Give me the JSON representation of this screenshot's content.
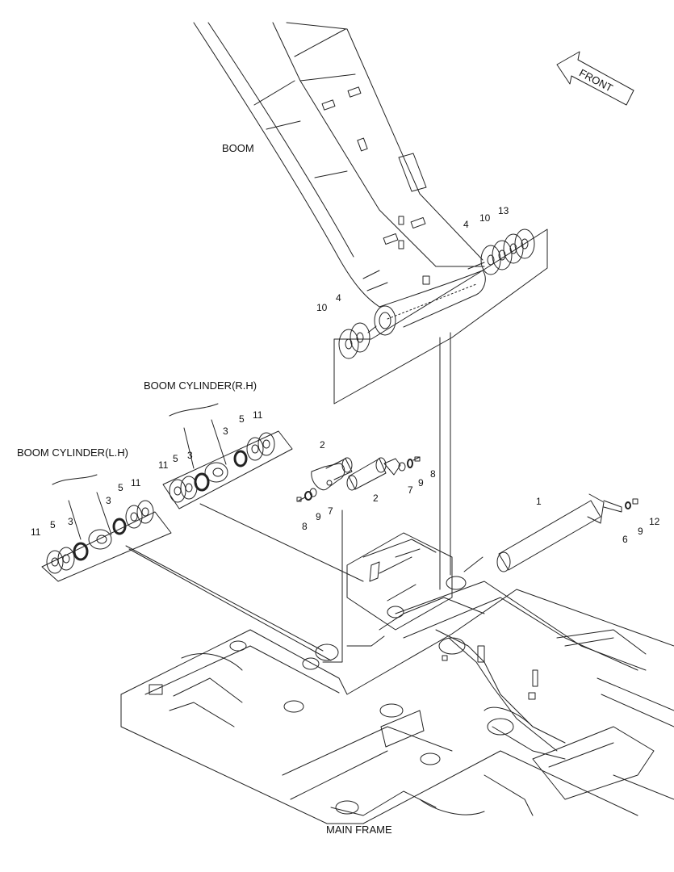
{
  "labels": {
    "boom": "BOOM",
    "boom_cyl_rh": "BOOM CYLINDER(R.H)",
    "boom_cyl_lh": "BOOM CYLINDER(L.H)",
    "main_frame": "MAIN FRAME",
    "front": "FRONT"
  },
  "callouts": {
    "p1": "1",
    "p2a": "2",
    "p2b": "2",
    "p3_lh_a": "3",
    "p3_lh_b": "3",
    "p3_rh_a": "3",
    "p3_rh_b": "3",
    "p4_top": "4",
    "p4_left": "4",
    "p5_lh": "5",
    "p5_lh_b": "5",
    "p5_rh_a": "5",
    "p5_rh_b": "5",
    "p6": "6",
    "p7a": "7",
    "p7b": "7",
    "p8a": "8",
    "p8b": "8",
    "p9a": "9",
    "p9b": "9",
    "p9c": "9",
    "p10_top": "10",
    "p10_left": "10",
    "p11_lh_a": "11",
    "p11_lh_b": "11",
    "p11_rh_a": "11",
    "p11_rh_b": "11",
    "p12": "12",
    "p13": "13"
  },
  "colors": {
    "line": "#222222",
    "background": "#ffffff"
  }
}
